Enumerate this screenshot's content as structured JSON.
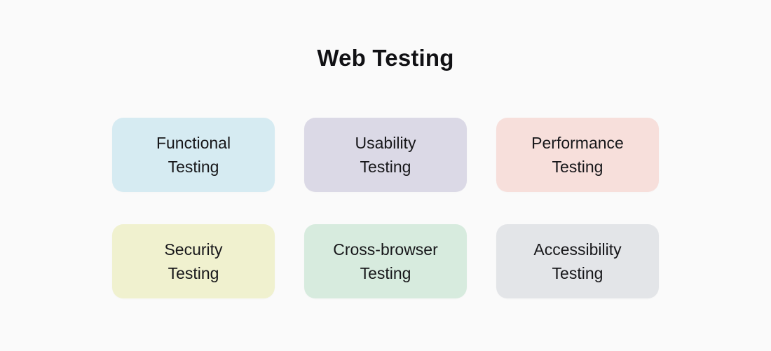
{
  "page": {
    "title": "Web Testing",
    "background_color": "#fafafa",
    "title_color": "#111114",
    "card_text_color": "#17171a"
  },
  "cards": [
    {
      "id": "functional-testing",
      "line1": "Functional",
      "line2": "Testing",
      "bg": "#d6ebf2"
    },
    {
      "id": "usability-testing",
      "line1": "Usability",
      "line2": "Testing",
      "bg": "#dbd9e6"
    },
    {
      "id": "performance-testing",
      "line1": "Performance",
      "line2": "Testing",
      "bg": "#f7dfdb"
    },
    {
      "id": "security-testing",
      "line1": "Security",
      "line2": "Testing",
      "bg": "#f0f1cf"
    },
    {
      "id": "cross-browser-testing",
      "line1": "Cross-browser",
      "line2": "Testing",
      "bg": "#d7ebde"
    },
    {
      "id": "accessibility-testing",
      "line1": "Accessibility",
      "line2": "Testing",
      "bg": "#e3e5e8"
    }
  ]
}
